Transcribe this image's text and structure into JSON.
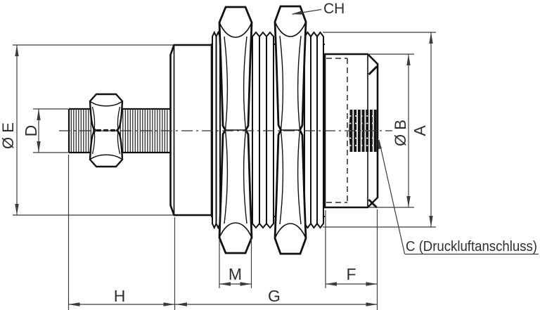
{
  "drawing": {
    "type": "technical-dimension-drawing",
    "labels": {
      "wrench_size": "CH",
      "outer_diameter_left": "Ø E",
      "thread_diameter_left": "D",
      "outer_diameter_right": "Ø B",
      "overall_diameter": "A",
      "nut_width": "M",
      "port_length": "F",
      "body_length": "G",
      "stud_length": "H",
      "air_port": "C (Druckluftanschluss)"
    },
    "colors": {
      "outline": "#111111",
      "dimension": "#3c3c3c",
      "text": "#2e2e2e",
      "background": "#ffffff"
    }
  }
}
